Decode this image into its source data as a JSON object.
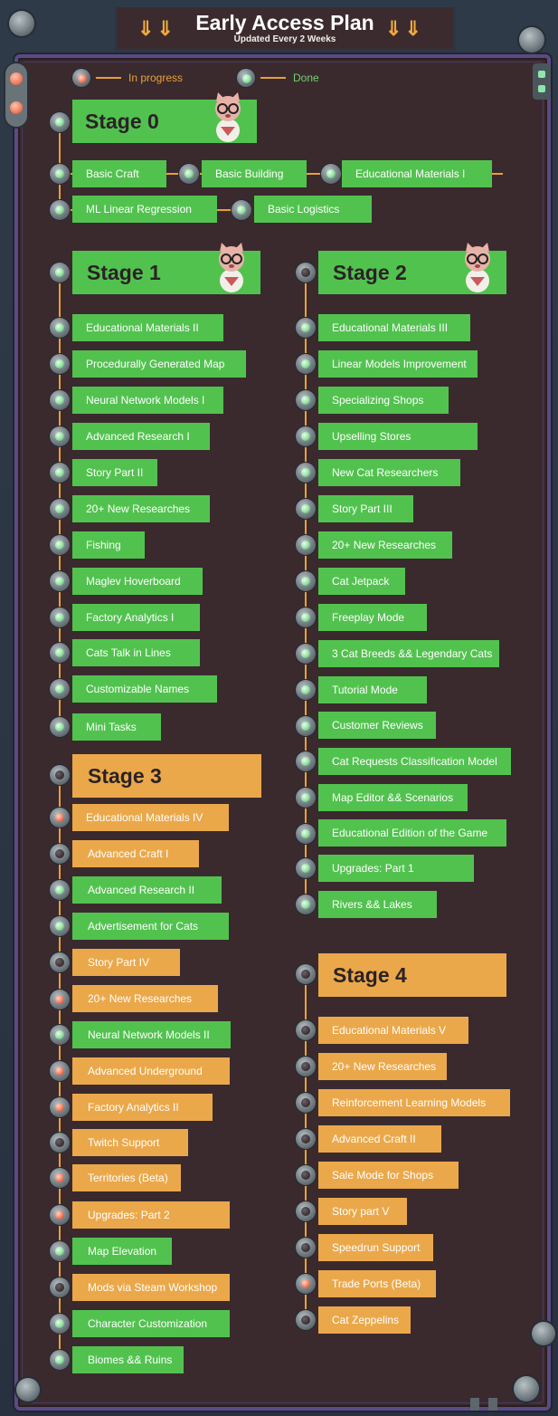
{
  "header": {
    "title": "Early Access Plan",
    "subtitle": "Updated Every 2 Weeks"
  },
  "legend": {
    "in_progress": "In progress",
    "done": "Done"
  },
  "colors": {
    "done_green": "#52c24f",
    "todo_orange": "#eba84a",
    "chain": "#e8a038",
    "panel_bg": "#3a2a2e",
    "frame_purple": "#5b4a86"
  },
  "stage0": {
    "title": "Stage 0",
    "items": [
      {
        "label": "Basic Craft",
        "status": "done"
      },
      {
        "label": "Basic Building",
        "status": "done"
      },
      {
        "label": "Educational Materials I",
        "status": "done"
      },
      {
        "label": "ML Linear Regression",
        "status": "done"
      },
      {
        "label": "Basic Logistics",
        "status": "done"
      }
    ]
  },
  "stage1": {
    "title": "Stage 1",
    "items": [
      {
        "label": "Educational Materials II",
        "status": "done"
      },
      {
        "label": "Procedurally Generated Map",
        "status": "done"
      },
      {
        "label": "Neural Network Models I",
        "status": "done"
      },
      {
        "label": "Advanced Research I",
        "status": "done"
      },
      {
        "label": "Story Part II",
        "status": "done"
      },
      {
        "label": "20+ New Researches",
        "status": "done"
      },
      {
        "label": "Fishing",
        "status": "done"
      },
      {
        "label": "Maglev Hoverboard",
        "status": "done"
      },
      {
        "label": "Factory Analytics I",
        "status": "done"
      },
      {
        "label": "Cats Talk in Lines",
        "status": "done"
      },
      {
        "label": "Customizable Names",
        "status": "done"
      },
      {
        "label": "Mini Tasks",
        "status": "done"
      }
    ]
  },
  "stage2": {
    "title": "Stage 2",
    "items": [
      {
        "label": "Educational Materials III",
        "status": "done"
      },
      {
        "label": "Linear Models Improvement",
        "status": "done"
      },
      {
        "label": "Specializing Shops",
        "status": "done"
      },
      {
        "label": "Upselling Stores",
        "status": "done"
      },
      {
        "label": "New Cat Researchers",
        "status": "done"
      },
      {
        "label": "Story Part III",
        "status": "done"
      },
      {
        "label": "20+ New Researches",
        "status": "done"
      },
      {
        "label": "Cat Jetpack",
        "status": "done"
      },
      {
        "label": "Freeplay Mode",
        "status": "done"
      },
      {
        "label": "3 Cat Breeds && Legendary Cats",
        "status": "done"
      },
      {
        "label": "Tutorial Mode",
        "status": "done"
      },
      {
        "label": "Customer Reviews",
        "status": "done"
      },
      {
        "label": "Cat Requests Classification Model",
        "status": "done"
      },
      {
        "label": "Map Editor && Scenarios",
        "status": "done"
      },
      {
        "label": "Educational Edition of the Game",
        "status": "done"
      },
      {
        "label": "Upgrades: Part 1",
        "status": "done"
      },
      {
        "label": "Rivers && Lakes",
        "status": "done"
      }
    ]
  },
  "stage3": {
    "title": "Stage 3",
    "items": [
      {
        "label": "Educational Materials IV",
        "status": "progress"
      },
      {
        "label": "Advanced Craft I",
        "status": "none"
      },
      {
        "label": "Advanced Research II",
        "status": "done"
      },
      {
        "label": "Advertisement for Cats",
        "status": "done"
      },
      {
        "label": "Story Part IV",
        "status": "none"
      },
      {
        "label": "20+ New Researches",
        "status": "progress"
      },
      {
        "label": "Neural Network Models II",
        "status": "done"
      },
      {
        "label": "Advanced Underground",
        "status": "progress"
      },
      {
        "label": "Factory Analytics II",
        "status": "progress"
      },
      {
        "label": "Twitch Support",
        "status": "none"
      },
      {
        "label": "Territories (Beta)",
        "status": "progress"
      },
      {
        "label": "Upgrades: Part 2",
        "status": "progress"
      },
      {
        "label": "Map Elevation",
        "status": "done"
      },
      {
        "label": "Mods via Steam Workshop",
        "status": "none"
      },
      {
        "label": "Character Customization",
        "status": "done"
      },
      {
        "label": "Biomes && Ruins",
        "status": "done"
      }
    ]
  },
  "stage4": {
    "title": "Stage 4",
    "items": [
      {
        "label": "Educational Materials V",
        "status": "none"
      },
      {
        "label": "20+ New Researches",
        "status": "none"
      },
      {
        "label": "Reinforcement Learning Models",
        "status": "none"
      },
      {
        "label": "Advanced Craft II",
        "status": "none"
      },
      {
        "label": "Sale Mode for Shops",
        "status": "none"
      },
      {
        "label": "Story part V",
        "status": "none"
      },
      {
        "label": "Speedrun Support",
        "status": "none"
      },
      {
        "label": "Trade Ports (Beta)",
        "status": "progress"
      },
      {
        "label": "Cat Zeppelins",
        "status": "none"
      }
    ]
  }
}
